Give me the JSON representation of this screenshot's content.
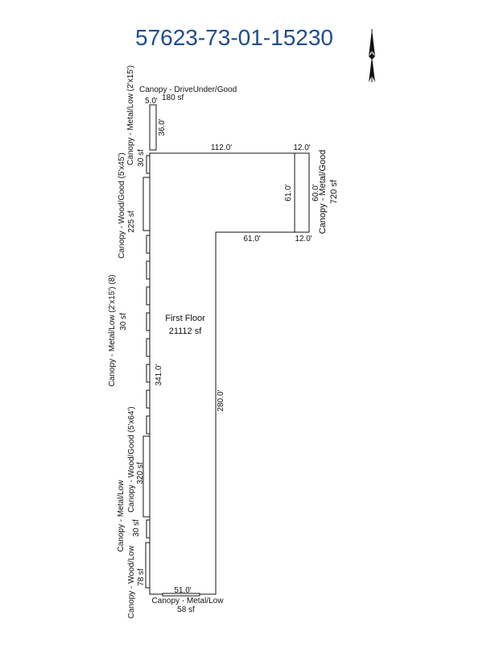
{
  "title": "57623-73-01-15230",
  "north_arrow_icon": "north-arrow-icon",
  "main": {
    "name": "First Floor",
    "area": "21112 sf",
    "dims": {
      "top": "112.0'",
      "notch_h": "61.0'",
      "notch_v": "61.0'",
      "right": "280.0'",
      "left": "341.0'",
      "bottom": "51.0'"
    }
  },
  "canopies": {
    "driveunder": {
      "name": "Canopy - DriveUnder/Good",
      "area": "180 sf",
      "w": "5.0'",
      "h": "36.0'"
    },
    "metal_good": {
      "name": "Canopy - Metal/Good",
      "area": "720 sf",
      "w": "12.0'",
      "w2": "12.0'",
      "h": "60.0'"
    },
    "metal_low_top": {
      "name": "Canopy - Metal/Low (2'x15')",
      "area": "30 sf"
    },
    "wood_good_top": {
      "name": "Canopy - Wood/Good (5'x45')",
      "area": "225 sf"
    },
    "metal_low_8": {
      "name": "Canopy - Metal/Low (2'x15') (8)",
      "area": "30 sf"
    },
    "wood_good_bottom": {
      "name": "Canopy - Wood/Good (5'x64')",
      "area": "320 sf"
    },
    "metal_low_mid": {
      "name": "Canopy - Metal/Low",
      "area": "30 sf"
    },
    "wood_low": {
      "name": "Canopy - Wood/Low",
      "area": "78 sf"
    },
    "metal_low_bottom": {
      "name": "Canopy - Metal/Low",
      "area": "58 sf"
    }
  }
}
